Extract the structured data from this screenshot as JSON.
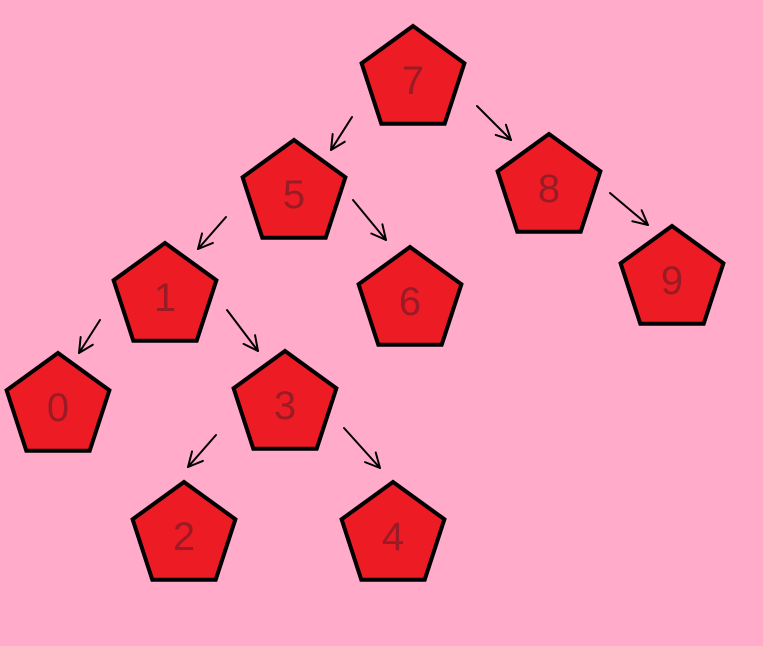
{
  "background_color": "#FFABC9",
  "node_fill_color": "#ED1C24",
  "node_stroke_color": "#000000",
  "label_color": "#9A1B25",
  "edge_color": "#000000",
  "tree": {
    "nodes": [
      {
        "id": "n7",
        "label": "7"
      },
      {
        "id": "n5",
        "label": "5"
      },
      {
        "id": "n8",
        "label": "8"
      },
      {
        "id": "n1",
        "label": "1"
      },
      {
        "id": "n6",
        "label": "6"
      },
      {
        "id": "n9",
        "label": "9"
      },
      {
        "id": "n0",
        "label": "0"
      },
      {
        "id": "n3",
        "label": "3"
      },
      {
        "id": "n2",
        "label": "2"
      },
      {
        "id": "n4",
        "label": "4"
      }
    ],
    "edges": [
      {
        "from": "n7",
        "to": "n5"
      },
      {
        "from": "n7",
        "to": "n8"
      },
      {
        "from": "n5",
        "to": "n1"
      },
      {
        "from": "n5",
        "to": "n6"
      },
      {
        "from": "n8",
        "to": "n9"
      },
      {
        "from": "n1",
        "to": "n0"
      },
      {
        "from": "n1",
        "to": "n3"
      },
      {
        "from": "n3",
        "to": "n2"
      },
      {
        "from": "n3",
        "to": "n4"
      }
    ]
  }
}
